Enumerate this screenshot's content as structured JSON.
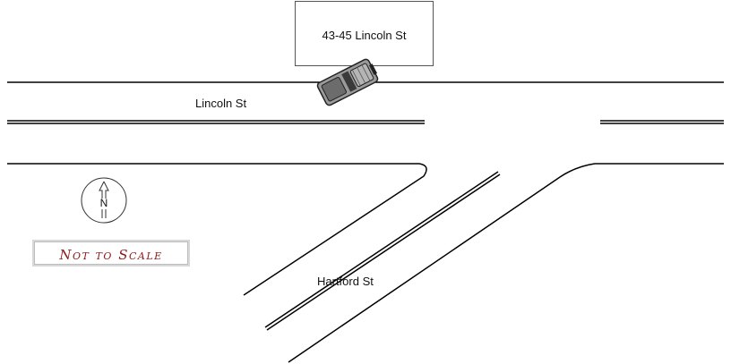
{
  "building": {
    "label": "43-45 Lincoln St"
  },
  "streets": {
    "lincoln": "Lincoln St",
    "hartford": "Hartford St"
  },
  "compass": {
    "letter": "N",
    "icon": "north-arrow-icon"
  },
  "scale_note": "Not to Scale",
  "vehicle": {
    "icon": "pickup-truck-icon"
  },
  "colors": {
    "road": "#000000",
    "scale_text": "#8a1b1b",
    "vehicle_body": "#9a9a9a"
  }
}
